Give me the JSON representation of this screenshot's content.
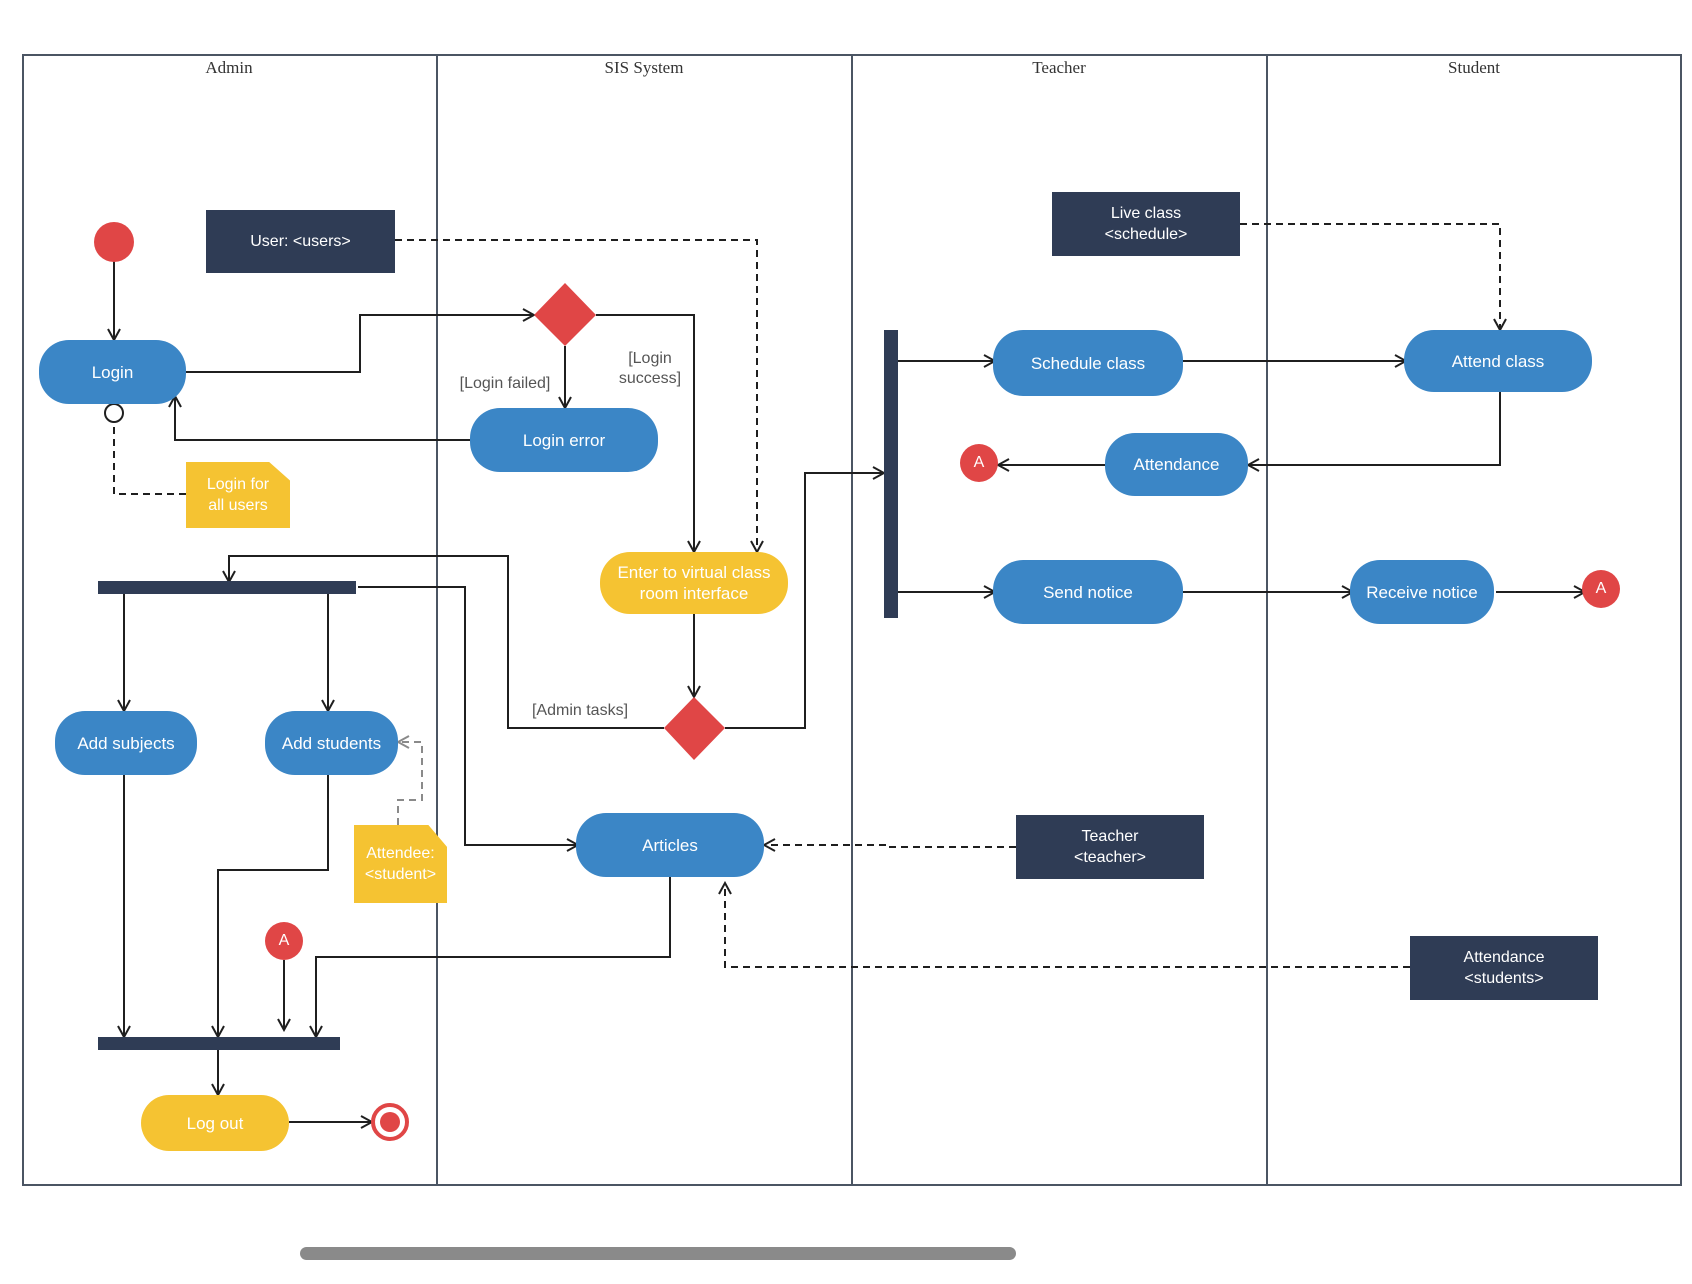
{
  "lanes": [
    "Admin",
    "SIS System",
    "Teacher",
    "Student"
  ],
  "objects": {
    "user": "User: <users>",
    "live_class_1": "Live class",
    "live_class_2": "<schedule>",
    "teacher_1": "Teacher",
    "teacher_2": "<teacher>",
    "attendance_obj_1": "Attendance",
    "attendance_obj_2": "<students>"
  },
  "actions": {
    "login": "Login",
    "login_error": "Login error",
    "enter_virtual_1": "Enter to virtual class",
    "enter_virtual_2": "room interface",
    "add_subjects": "Add subjects",
    "add_students": "Add students",
    "articles": "Articles",
    "log_out": "Log out",
    "schedule_class": "Schedule class",
    "attend_class": "Attend class",
    "attendance": "Attendance",
    "send_notice": "Send notice",
    "receive_notice": "Receive notice"
  },
  "notes": {
    "login_for_1": "Login for",
    "login_for_2": "all users",
    "attendee_1": "Attendee:",
    "attendee_2": "<student>"
  },
  "guards": {
    "login_failed": "[Login failed]",
    "login_success_1": "[Login",
    "login_success_2": "success]",
    "admin_tasks": "[Admin tasks]"
  },
  "connector_label": "A",
  "colors": {
    "action_blue": "#3b86c6",
    "action_yellow": "#f5c332",
    "object_navy": "#2f3c55",
    "decision_red": "#e04646",
    "lane_border": "#4b5563"
  }
}
